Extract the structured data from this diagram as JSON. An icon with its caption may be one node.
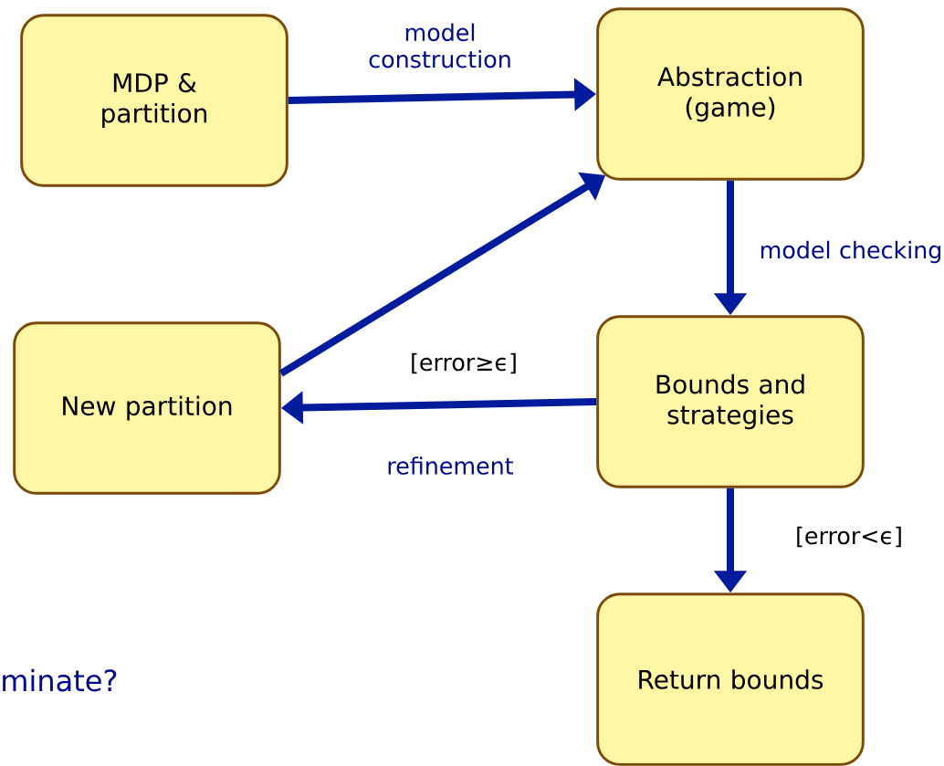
{
  "diagram": {
    "nodes": [
      {
        "text": [
          "MDP & partition"
        ]
      },
      {
        "text": [
          "Abstraction (game)"
        ]
      },
      {
        "text": [
          "Bounds and strategies"
        ]
      },
      {
        "text": [
          "New partition"
        ]
      },
      {
        "text": [
          "Return bounds"
        ]
      }
    ],
    "edges": [
      {
        "from": 0,
        "to": 1,
        "arrow": "to",
        "label": "model construction"
      },
      {
        "from": 1,
        "to": 2,
        "arrow": "to",
        "label": "model checking"
      },
      {
        "from": 2,
        "to": 3,
        "arrow": "to",
        "label": "[error≥ϵ]"
      },
      {
        "from": 3,
        "to": 1,
        "arrow": "to"
      },
      {
        "from": 2,
        "to": 4,
        "arrow": "to",
        "label": "[error<ϵ]"
      }
    ],
    "labels": [
      "refinement",
      "minate?"
    ]
  }
}
